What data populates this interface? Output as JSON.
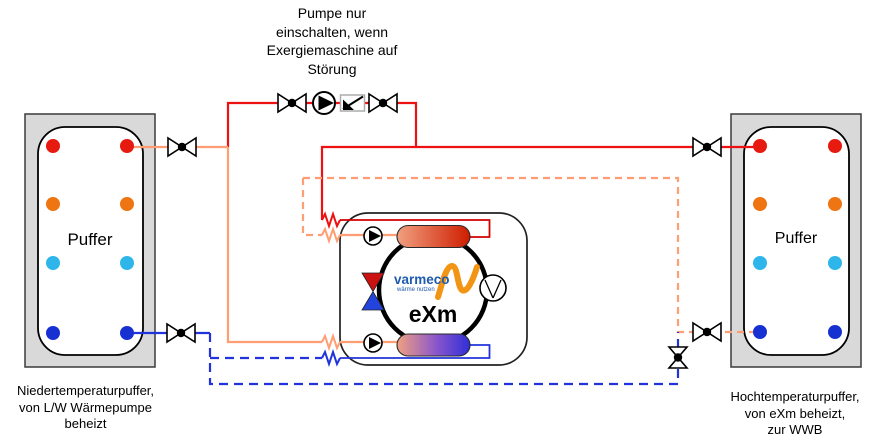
{
  "note_top": "Pumpe nur\neinschalten, wenn\nExergiemaschine auf\nStörung",
  "tanks": {
    "left": {
      "label": "Puffer",
      "caption": "Niedertemperaturpuffer,\nvon L/W Wärmepumpe\nbeheizt"
    },
    "right": {
      "label": "Puffer",
      "caption": "Hochtemperaturpuffer,\nvon eXm beheizt,\nzur WWB"
    }
  },
  "machine": {
    "brand": "varmeco",
    "brand_sub": "wärme nutzen",
    "model": "eXm"
  },
  "colors": {
    "pipes": {
      "hot": "#ee1111",
      "hot_inner": "#d40000",
      "warm": "#ff9d73",
      "cold": "#2134dc"
    },
    "ports": [
      "#e71a10",
      "#ee7511",
      "#2eb6ea",
      "#1730d2"
    ],
    "tank_fill": "#d9d9d9",
    "hx_top_gradient": {
      "start": "#f0a080",
      "end": "#cf1d00"
    },
    "hx_bottom_gradient": {
      "start": "#f0a080",
      "mid": "#8855cc",
      "end": "#2f2fd8"
    },
    "expansion": {
      "hot": "#cc1111",
      "cold": "#2244dd"
    },
    "logo": {
      "blue": "#1d5ab0",
      "orange": "#f29414"
    }
  }
}
